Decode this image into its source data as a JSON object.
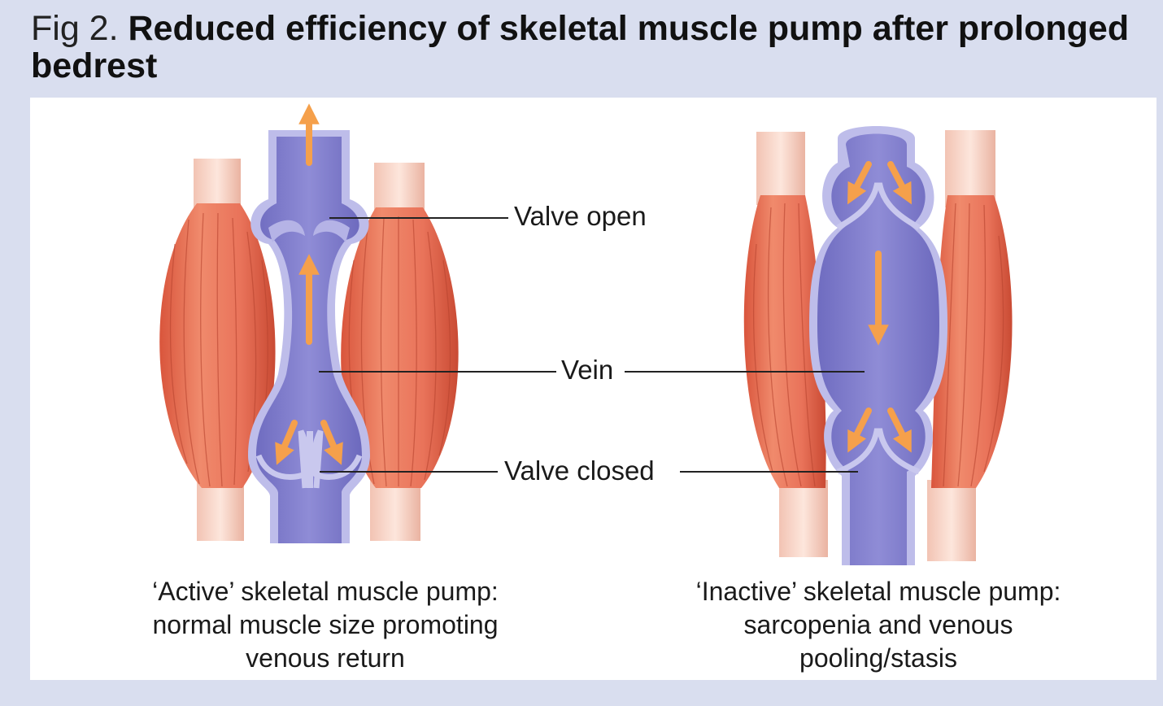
{
  "figure": {
    "fig_number": "Fig 2.",
    "title": "Reduced efficiency of skeletal muscle pump after prolonged bedrest"
  },
  "labels": {
    "valve_open": "Valve open",
    "vein": "Vein",
    "valve_closed": "Valve closed"
  },
  "captions": {
    "active": [
      "‘Active’ skeletal muscle pump:",
      "normal muscle size promoting",
      "venous return"
    ],
    "inactive": [
      "‘Inactive’ skeletal muscle pump:",
      "sarcopenia and venous",
      "pooling/stasis"
    ]
  },
  "colors": {
    "background": "#d9deef",
    "muscle": "#e8745a",
    "vein": "#7b78c9",
    "vein_wall": "#b9b8e4",
    "arrow": "#f5a04b"
  }
}
